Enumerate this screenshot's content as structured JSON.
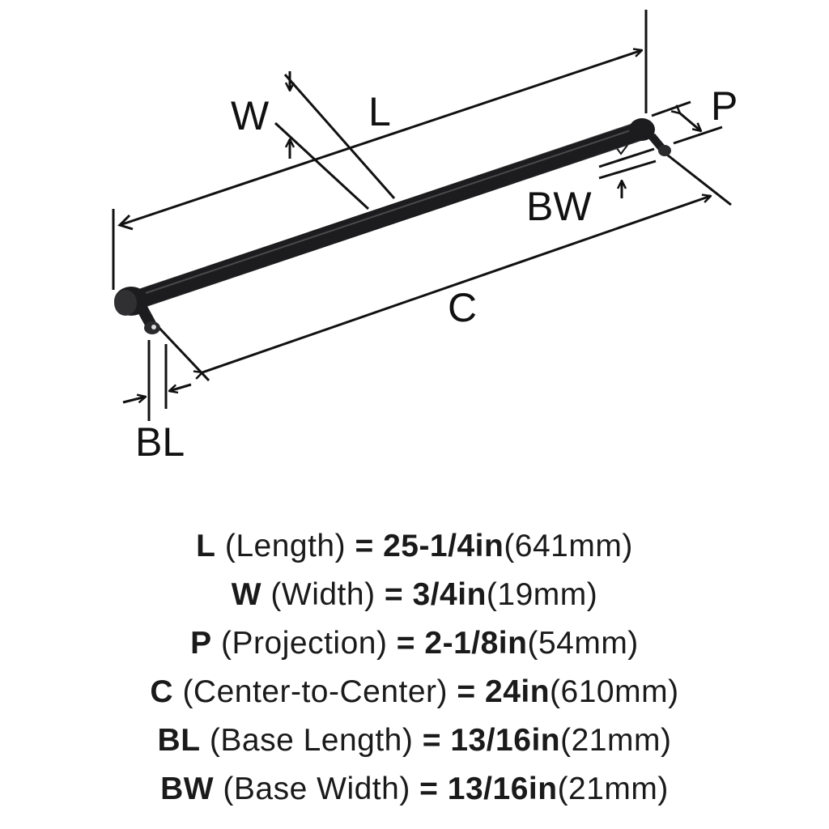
{
  "diagram": {
    "labels": {
      "L": "L",
      "W": "W",
      "P": "P",
      "BW": "BW",
      "C": "C",
      "BL": "BL"
    },
    "colors": {
      "line": "#111111",
      "bar": "#1c1c1e"
    }
  },
  "specs": [
    {
      "code": "L",
      "name": "(Length)",
      "eq": "=",
      "imperial": "25-1/4in",
      "metric": "(641mm)"
    },
    {
      "code": "W",
      "name": "(Width)",
      "eq": "=",
      "imperial": "3/4in",
      "metric": "(19mm)"
    },
    {
      "code": "P",
      "name": "(Projection)",
      "eq": "=",
      "imperial": "2-1/8in",
      "metric": "(54mm)"
    },
    {
      "code": "C",
      "name": "(Center-to-Center)",
      "eq": "=",
      "imperial": "24in",
      "metric": "(610mm)"
    },
    {
      "code": "BL",
      "name": "(Base Length)",
      "eq": "=",
      "imperial": "13/16in",
      "metric": "(21mm)"
    },
    {
      "code": "BW",
      "name": "(Base Width)",
      "eq": "=",
      "imperial": "13/16in",
      "metric": "(21mm)"
    }
  ]
}
